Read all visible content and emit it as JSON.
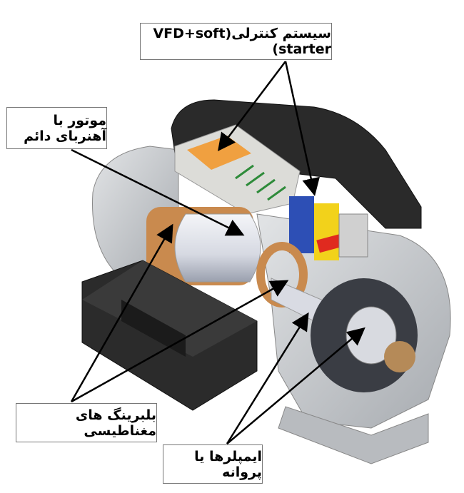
{
  "labels": {
    "control_system": "سیستم کنترلی(VFD+soft starter)",
    "motor": "موتور با آهنربای دائم",
    "magnetic_bearings": "بلبرینگ های مغناطیسی",
    "impellers": "ایمپلرها یا پروانه"
  },
  "colors": {
    "housing": "#c9ccd0",
    "cover": "#2a2a2a",
    "motor": "#e4e6ec",
    "copper": "#c98a4e",
    "blue": "#2d4fb5",
    "yellow": "#f2d21b",
    "red": "#e02a1f",
    "orange": "#f0a040"
  }
}
